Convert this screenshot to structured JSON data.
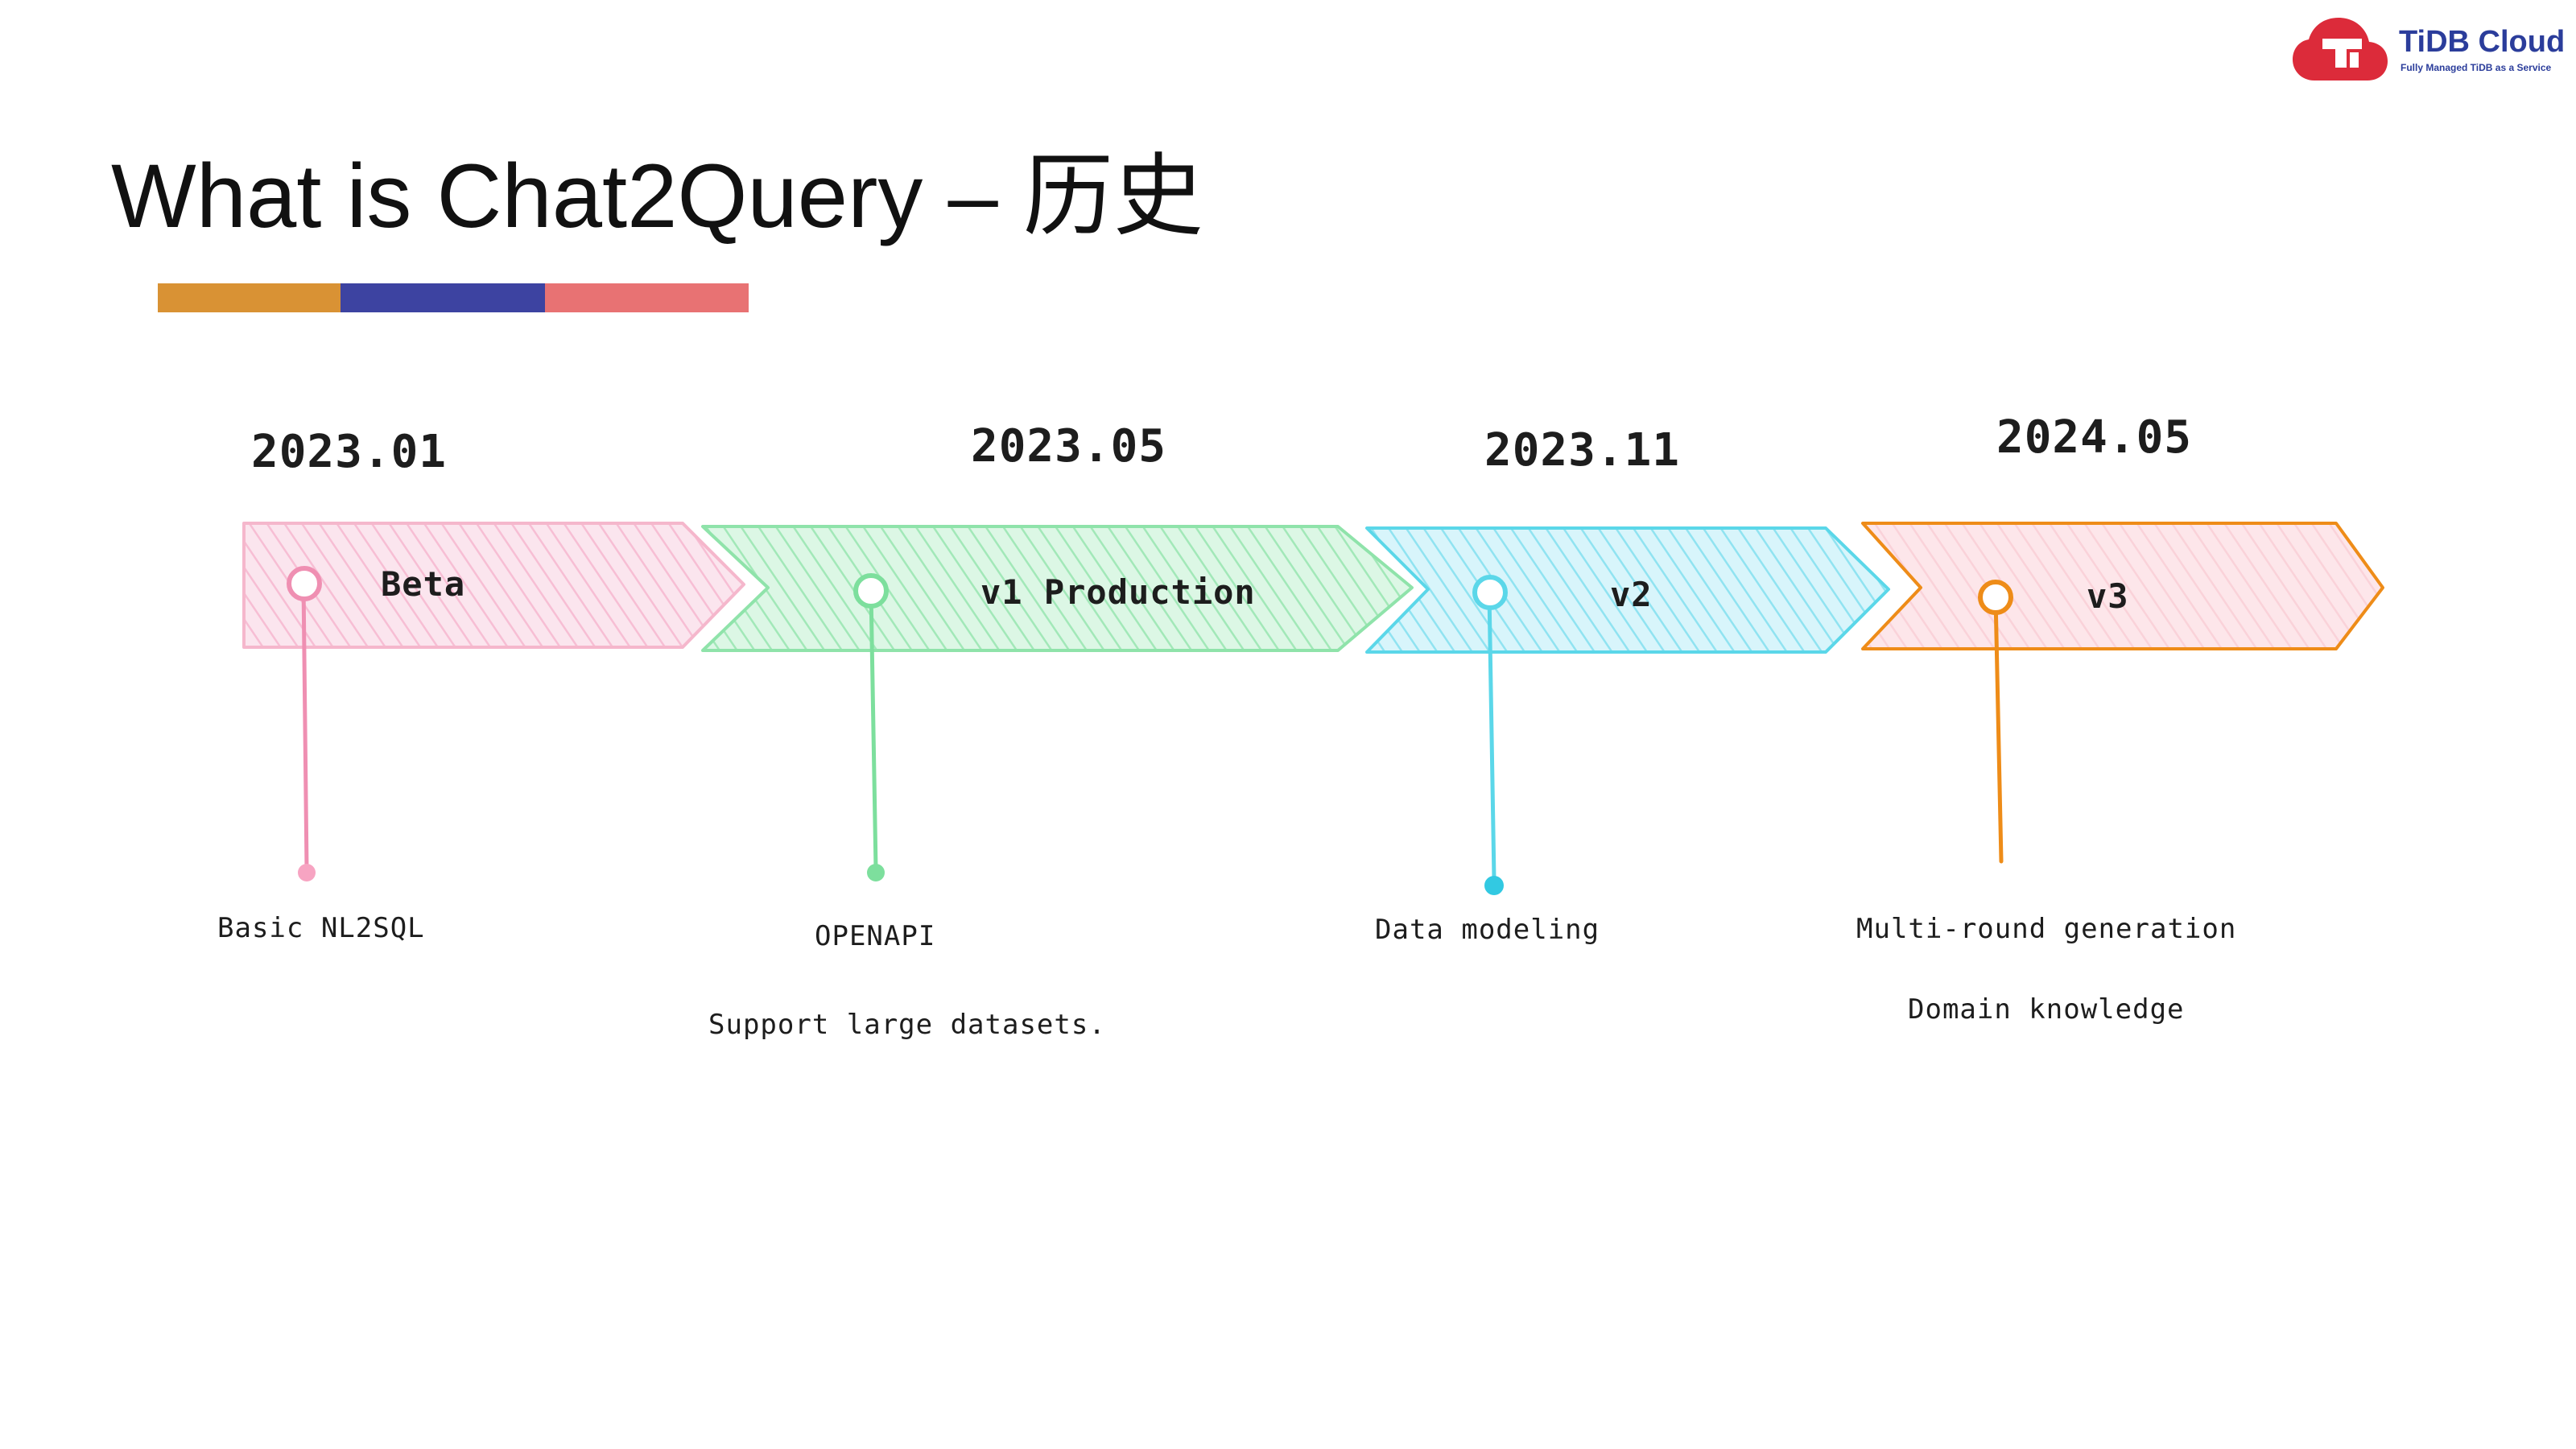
{
  "brand": {
    "name": "TiDB Cloud",
    "tagline": "Fully Managed TiDB as a Service",
    "logo_icon": "tidb-cloud-icon",
    "colors": {
      "primary_red": "#dc2b3a",
      "primary_blue": "#2b3d9b"
    }
  },
  "slide": {
    "title": "What is Chat2Query – 历史",
    "accent_colors": [
      "#d99234",
      "#3d43a1",
      "#e87273"
    ]
  },
  "timeline": {
    "milestones": [
      {
        "date": "2023.01",
        "phase": "Beta",
        "features": [
          "Basic NL2SQL"
        ],
        "color": "#ef8fb2",
        "fill": "#fbe5ee"
      },
      {
        "date": "2023.05",
        "phase": "v1 Production",
        "features": [
          "OPENAPI",
          "Support large datasets."
        ],
        "color": "#7ddf9d",
        "fill": "#dcf7e5"
      },
      {
        "date": "2023.11",
        "phase": "v2",
        "features": [
          "Data modeling"
        ],
        "color": "#5bd7e9",
        "fill": "#d8f5fb"
      },
      {
        "date": "2024.05",
        "phase": "v3",
        "features": [
          "Multi-round generation",
          "Domain knowledge"
        ],
        "color": "#ee8c18",
        "fill": "#fde6ea"
      }
    ]
  }
}
